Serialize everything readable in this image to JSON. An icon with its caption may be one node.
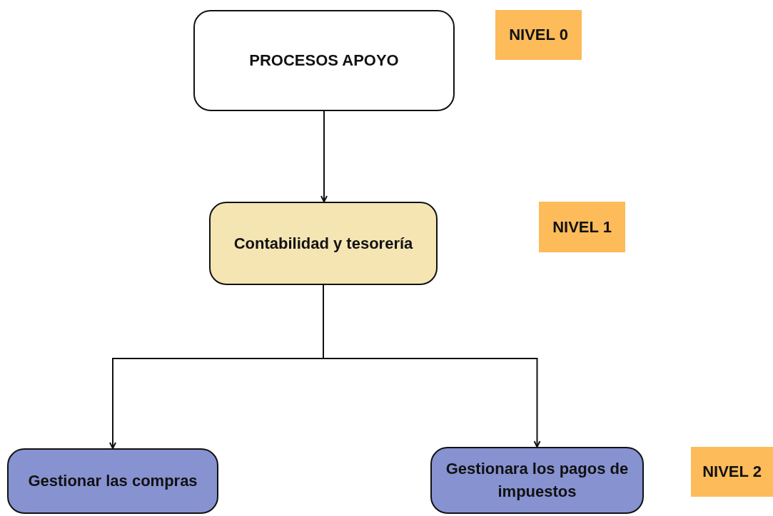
{
  "diagram": {
    "nodes": [
      {
        "text": [
          "PROCESOS APOYO"
        ]
      },
      {
        "text": [
          "NIVEL 0"
        ]
      },
      {
        "text": [
          "Contabilidad y tesorería"
        ]
      },
      {
        "text": [
          "NIVEL 1"
        ]
      },
      {
        "text": [
          "Gestionar las compras"
        ]
      },
      {
        "text": [
          "Gestionara los pagos de impuestos"
        ]
      },
      {
        "text": [
          "NIVEL 2"
        ]
      }
    ],
    "edges": [
      {
        "from": 0,
        "to": 2,
        "arrow": "to"
      },
      {
        "from": 2,
        "to": 4,
        "arrow": "to"
      },
      {
        "from": 2,
        "to": 5,
        "arrow": "to"
      }
    ]
  }
}
